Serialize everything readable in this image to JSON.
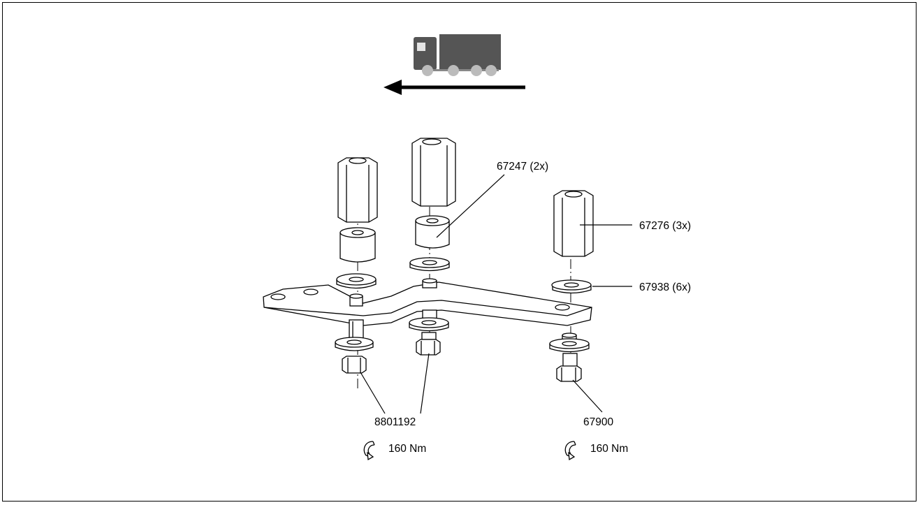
{
  "labels": {
    "spacer": "67247 (2x)",
    "standoff": "67276 (3x)",
    "washer": "67938 (6x)",
    "bolt_left": "8801192",
    "bolt_right": "67900"
  },
  "torque": {
    "left": "160 Nm",
    "right": "160 Nm"
  },
  "icons": [
    "truck-icon",
    "direction-arrow-icon",
    "torque-rotation-icon"
  ],
  "colors": {
    "truck_body": "#555555",
    "truck_wheels": "#bbbbbb",
    "line": "#000000"
  }
}
